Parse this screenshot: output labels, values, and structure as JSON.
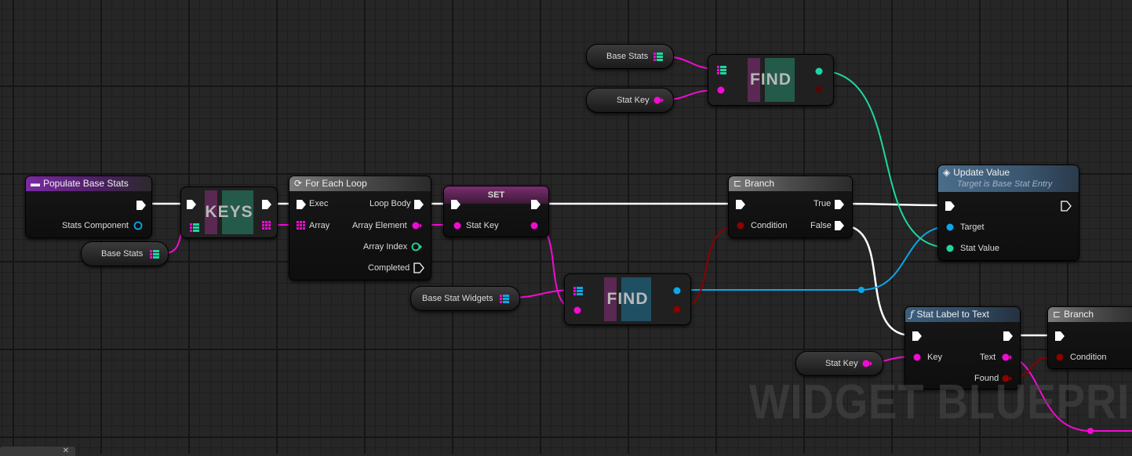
{
  "colors": {
    "exec": "#ffffff",
    "string": "#f20bd2",
    "object": "#0da6e8",
    "integer": "#1ed6a1",
    "boolean": "#8c0000",
    "container": "#ed2bdb"
  },
  "nodes": {
    "event_populate": {
      "title": "Populate Base Stats",
      "out_stats_component": "Stats Component",
      "icon": "event-icon"
    },
    "keys": {
      "title": "KEYS"
    },
    "foreach": {
      "title": "For Each Loop",
      "in_exec": "Exec",
      "in_array": "Array",
      "out_loop_body": "Loop Body",
      "out_array_element": "Array Element",
      "out_array_index": "Array Index",
      "out_completed": "Completed",
      "icon": "loop-icon"
    },
    "set": {
      "title": "SET",
      "pin_stat_key": "Stat Key"
    },
    "find_lower": {
      "title": "FIND"
    },
    "find_upper": {
      "title": "FIND"
    },
    "branch_main": {
      "title": "Branch",
      "in_condition": "Condition",
      "out_true": "True",
      "out_false": "False",
      "icon": "branch-icon"
    },
    "update_value": {
      "title": "Update Value",
      "subtitle": "Target is Base Stat Entry",
      "in_target": "Target",
      "in_stat_value": "Stat Value",
      "icon": "message-icon"
    },
    "stat_label": {
      "title": "Stat Label to Text",
      "in_key": "Key",
      "out_text": "Text",
      "out_found": "Found",
      "icon": "function-icon"
    },
    "branch_right": {
      "title": "Branch",
      "in_condition": "Condition",
      "icon": "branch-icon"
    }
  },
  "variables": {
    "base_stats_left": "Base Stats",
    "base_stats_top": "Base Stats",
    "stat_key_top": "Stat Key",
    "base_stat_widgets": "Base Stat Widgets",
    "stat_key_bottom": "Stat Key"
  },
  "watermark": "WIDGET BLUEPRINT",
  "bottom_tab": {
    "close": "✕"
  }
}
